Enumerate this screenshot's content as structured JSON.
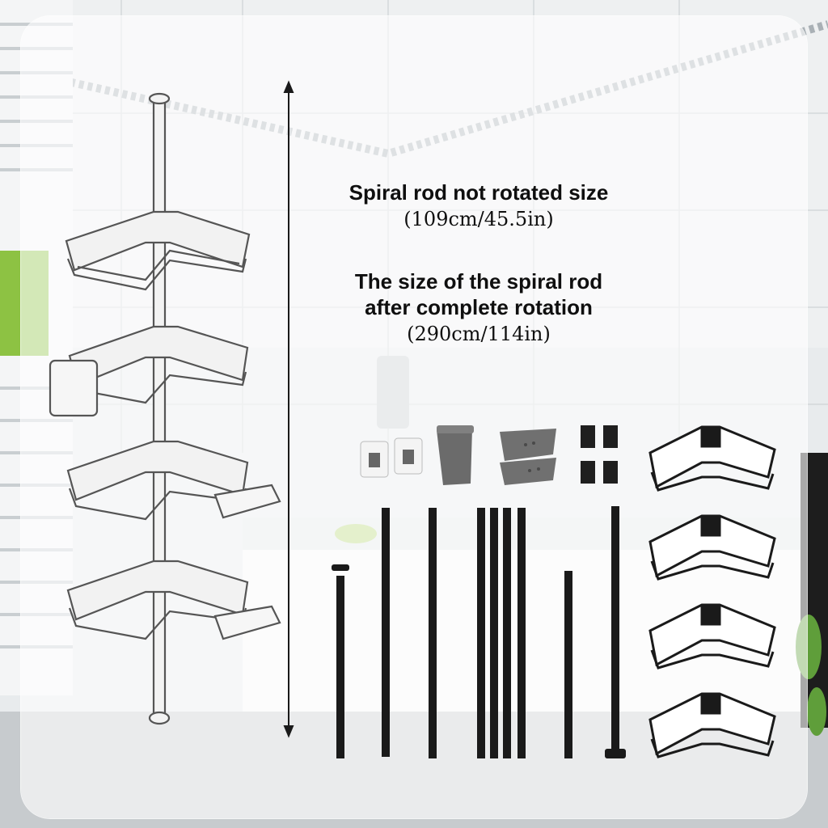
{
  "caption_retracted": {
    "heading": "Spiral rod not rotated size",
    "size": "(109cm/45.5in)"
  },
  "caption_extended": {
    "heading_line1": "The size of the spiral rod",
    "heading_line2": "after complete rotation",
    "size": "(290cm/114in)"
  },
  "colors": {
    "accent_rod": "#1a1a1a",
    "outline": "#2a2a2a",
    "tray_grey": "#6b6b6b"
  }
}
